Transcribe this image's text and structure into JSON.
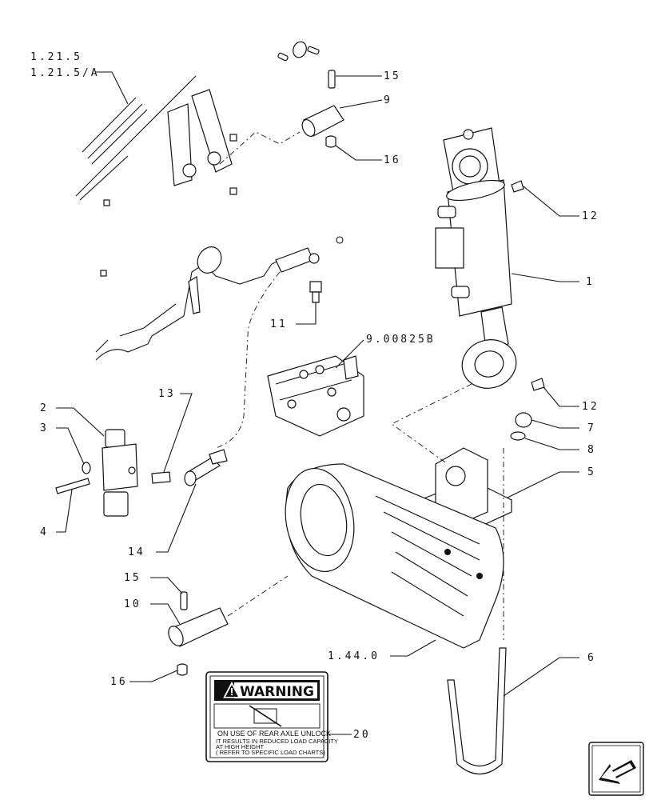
{
  "callouts": {
    "ref_1215": "1.21.5",
    "ref_1215a": "1.21.5/A",
    "p15_top": "15",
    "p9": "9",
    "p16_top": "16",
    "p12_top": "12",
    "p1": "1",
    "p11": "11",
    "ref_900825b": "9.00825B",
    "p12_bot": "12",
    "p7": "7",
    "p8": "8",
    "p5": "5",
    "p13": "13",
    "p2": "2",
    "p3": "3",
    "p4": "4",
    "p14": "14",
    "p15_bot": "15",
    "p10": "10",
    "ref_1440": "1.44.0",
    "p6": "6",
    "p16_bot": "16",
    "p20": "20"
  },
  "warning_label": {
    "title": "WARNING",
    "line1": "ON USE OF REAR AXLE UNLOCK",
    "line2": "IT RESULTS IN REDUCED LOAD CAPACITY",
    "line3": "AT HIGH HEIGHT",
    "line4": "( REFER TO SPECIFIC LOAD CHARTS)"
  },
  "icons": {
    "nav": "arrow-navigation-icon",
    "warning": "warning-triangle-icon"
  }
}
